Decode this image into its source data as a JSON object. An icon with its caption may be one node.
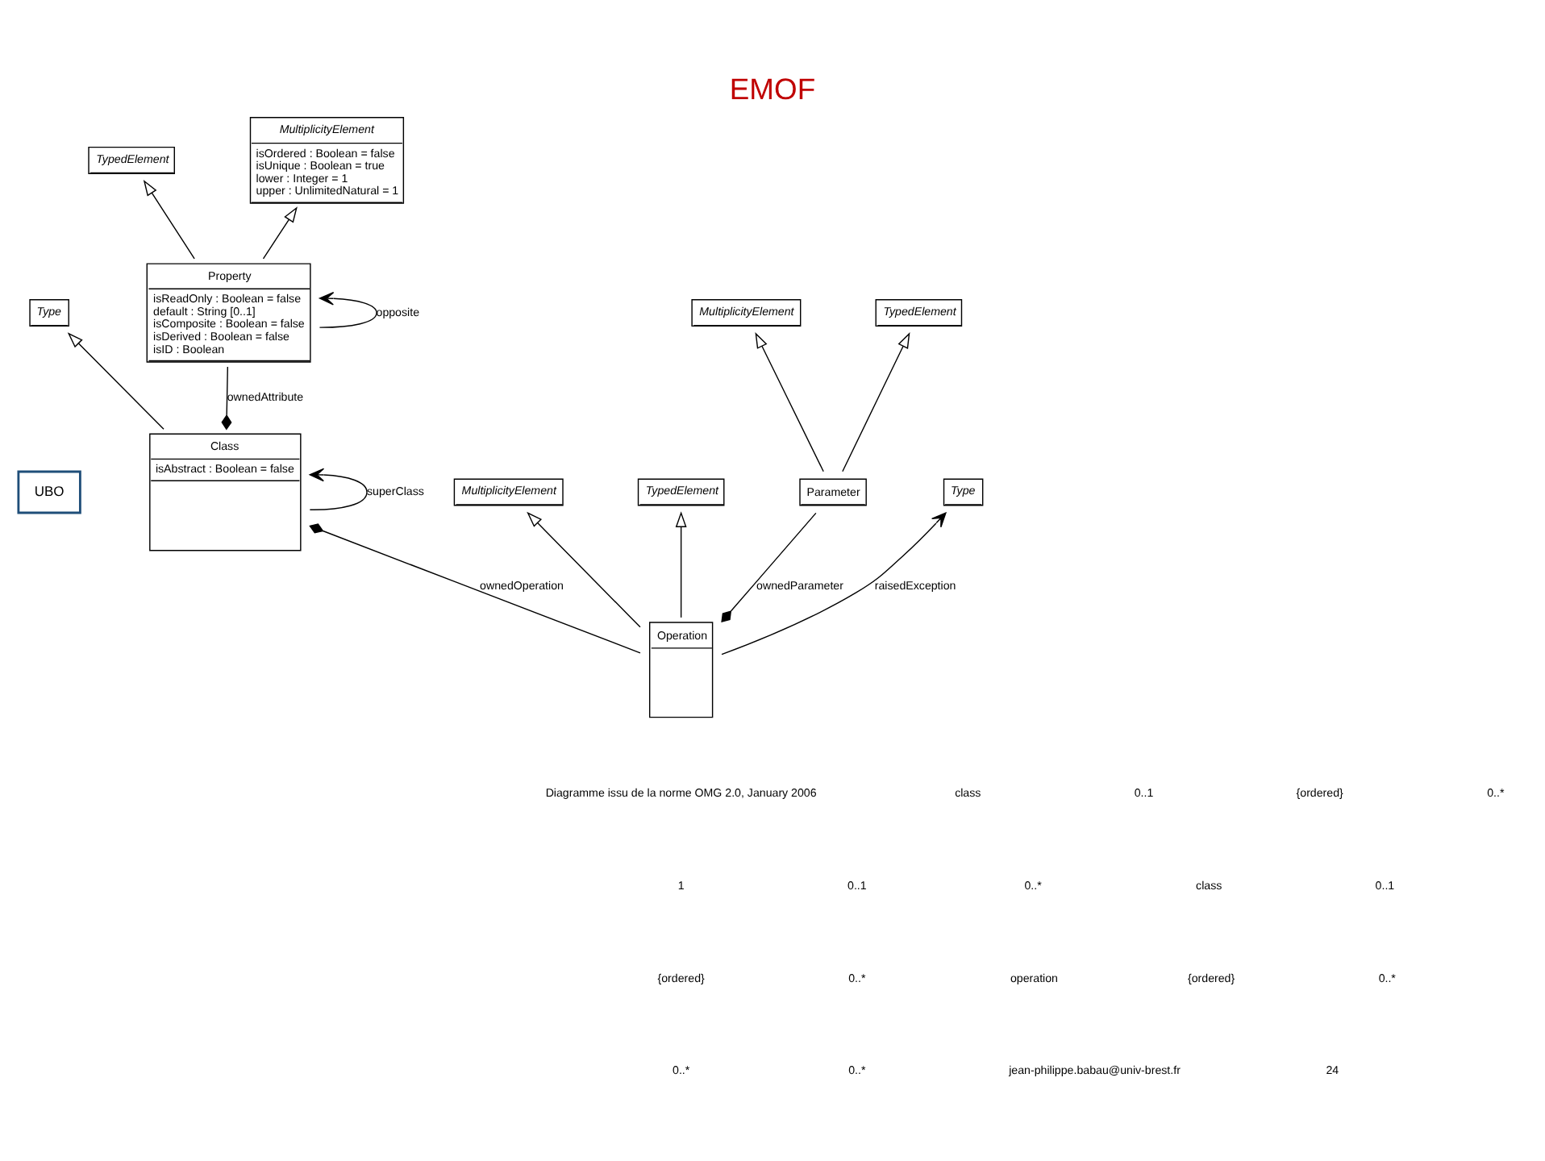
{
  "diagram": {
    "title": "EMOF",
    "nodes": [
      {
        "text": [
          "UBO"
        ]
      },
      {
        "text": [
          "Type"
        ]
      },
      {
        "text": [
          "TypedElement"
        ]
      },
      {
        "text": [
          "MultiplicityElement",
          "isOrdered : Boolean = false",
          "isUnique : Boolean = true",
          "lower : Integer = 1",
          "upper : UnlimitedNatural = 1"
        ]
      },
      {
        "text": [
          "Class",
          "isAbstract : Boolean = false"
        ]
      },
      {
        "text": [
          "Property",
          "isReadOnly : Boolean = false",
          "default : String [0..1]",
          "isComposite : Boolean = false",
          "isDerived : Boolean = false",
          "isID : Boolean"
        ]
      },
      {
        "text": [
          "MultiplicityElement"
        ]
      },
      {
        "text": [
          "TypedElement"
        ]
      },
      {
        "text": [
          "MultiplicityElement"
        ]
      },
      {
        "text": [
          "TypedElement"
        ]
      },
      {
        "text": [
          "Operation"
        ]
      },
      {
        "text": [
          "Parameter"
        ]
      },
      {
        "text": [
          "Type"
        ]
      }
    ],
    "edges": [
      {
        "from": 4,
        "to": 1,
        "arrow": "to"
      },
      {
        "from": 5,
        "to": 2,
        "arrow": "to"
      },
      {
        "from": 5,
        "to": 3,
        "arrow": "to"
      },
      {
        "from": 4,
        "to": 5,
        "arrow": "other",
        "label": "ownedAttribute"
      },
      {
        "from": 5,
        "to": 5,
        "arrow": "to",
        "label": "opposite"
      },
      {
        "from": 4,
        "to": 4,
        "arrow": "to",
        "label": "superClass"
      },
      {
        "from": 10,
        "to": 6,
        "arrow": "to"
      },
      {
        "from": 10,
        "to": 7,
        "arrow": "to"
      },
      {
        "from": 11,
        "to": 8,
        "arrow": "to"
      },
      {
        "from": 11,
        "to": 9,
        "arrow": "to"
      },
      {
        "from": 4,
        "to": 10,
        "arrow": "other",
        "label": "ownedOperation"
      },
      {
        "from": 10,
        "to": 11,
        "arrow": "other",
        "label": "ownedParameter"
      },
      {
        "from": 10,
        "to": 12,
        "arrow": "to",
        "label": "raisedException"
      }
    ],
    "labels": [
      "Diagramme issu de la norme OMG 2.0, January 2006",
      "class",
      "0..1",
      "{ordered}",
      "0..*",
      "1",
      "0..1",
      "0..*",
      "class",
      "0..1",
      "{ordered}",
      "0..*",
      "operation",
      "{ordered}",
      "0..*",
      "0..*",
      "0..*",
      "jean-philippe.babau@univ-brest.fr",
      "24"
    ]
  }
}
